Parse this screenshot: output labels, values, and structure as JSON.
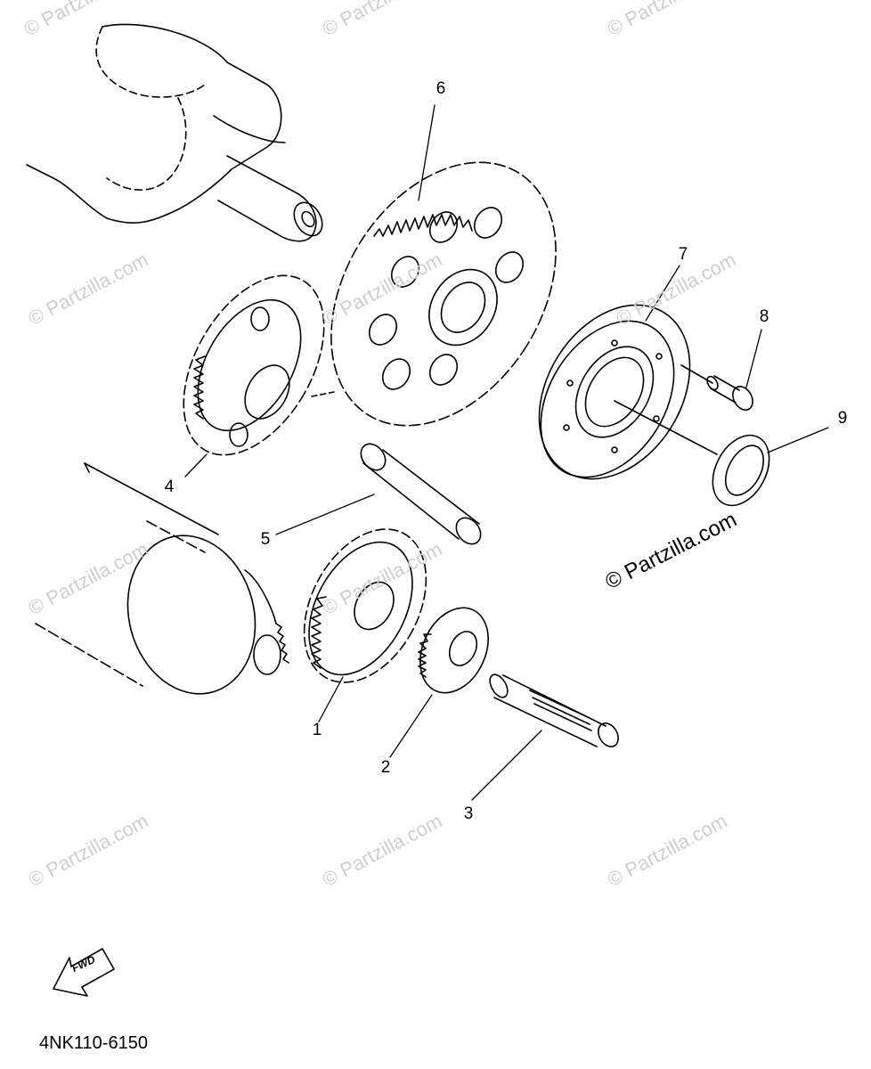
{
  "watermark": "© Partzilla.com",
  "copyright": "© Partzilla.com",
  "fwd_label": "FWD",
  "diagram_code": "4NK110-6150",
  "callouts": [
    {
      "id": "part-1",
      "label": "1"
    },
    {
      "id": "part-2",
      "label": "2"
    },
    {
      "id": "part-3",
      "label": "3"
    },
    {
      "id": "part-4",
      "label": "4"
    },
    {
      "id": "part-5",
      "label": "5"
    },
    {
      "id": "part-6",
      "label": "6"
    },
    {
      "id": "part-7",
      "label": "7"
    },
    {
      "id": "part-8",
      "label": "8"
    },
    {
      "id": "part-9",
      "label": "9"
    }
  ]
}
